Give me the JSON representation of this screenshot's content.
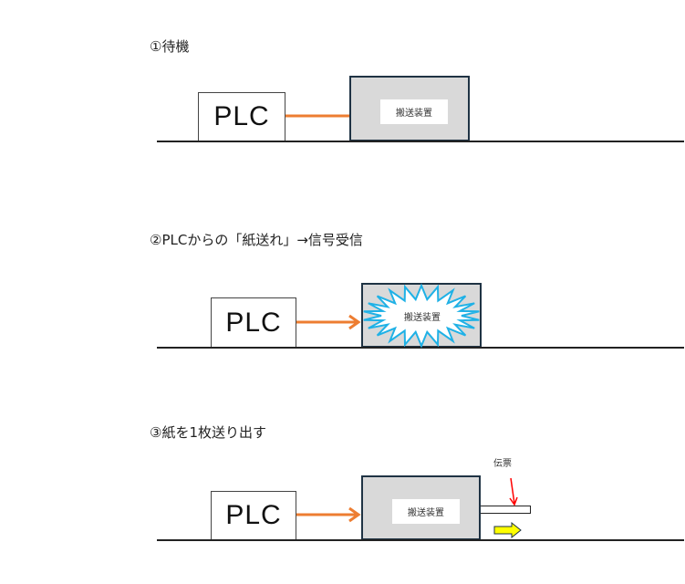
{
  "scenes": [
    {
      "title": "①待機",
      "plc_label": "PLC",
      "device_label": "搬送装置",
      "connection": "line"
    },
    {
      "title": "②PLCからの「紙送れ」→信号受信",
      "plc_label": "PLC",
      "device_label": "搬送装置",
      "connection": "arrow",
      "device_state": "signal-received-burst"
    },
    {
      "title": "③紙を1枚送り出す",
      "plc_label": "PLC",
      "device_label": "搬送装置",
      "connection": "arrow",
      "slip_label": "伝票"
    }
  ],
  "colors": {
    "signal_line": "#ed7d31",
    "burst": "#1fb1e6",
    "device_fill": "#d9d9d9",
    "device_border": "#1f3344",
    "slip_pointer": "#ff0000",
    "feed_arrow_fill": "#ffff00",
    "feed_arrow_border": "#1f3344"
  }
}
